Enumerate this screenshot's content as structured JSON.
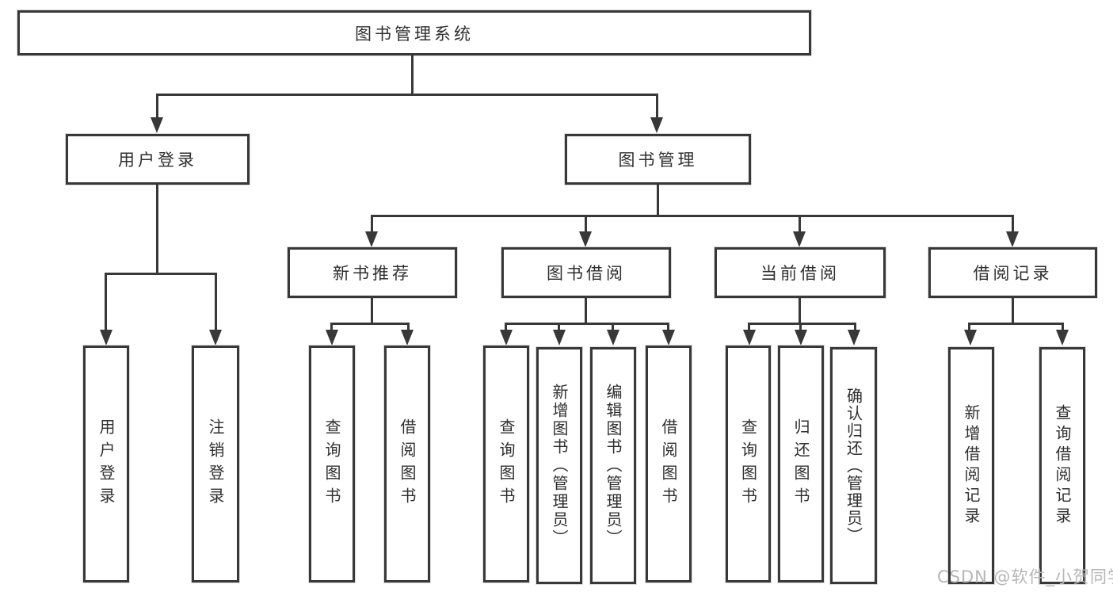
{
  "diagram": {
    "nodes": {
      "root": "图书管理系统",
      "user_login": "用户登录",
      "book_management": "图书管理",
      "new_book_recommend": "新书推荐",
      "book_borrow": "图书借阅",
      "current_borrow": "当前借阅",
      "borrow_records": "借阅记录",
      "leaf_user_login": "用户登录",
      "leaf_logout": "注销登录",
      "leaf_recommend_query_books": "查询图书",
      "leaf_recommend_borrow_books": "借阅图书",
      "leaf_borrow_query_books": "查询图书",
      "leaf_borrow_add_books_admin": "新增图书（管理员）",
      "leaf_borrow_edit_books_admin": "编辑图书（管理员）",
      "leaf_borrow_borrow_books": "借阅图书",
      "leaf_current_query_books": "查询图书",
      "leaf_current_return_books": "归还图书",
      "leaf_current_confirm_return_admin": "确认归还（管理员）",
      "leaf_records_add_record": "新增借阅记录",
      "leaf_records_query_record": "查询借阅记录"
    },
    "watermark": "CSDN @软件_小贺同学",
    "colors": {
      "line": "#383838",
      "text": "#2f2f2f",
      "watermark": "#b6b6b6",
      "background": "#ffffff"
    }
  }
}
